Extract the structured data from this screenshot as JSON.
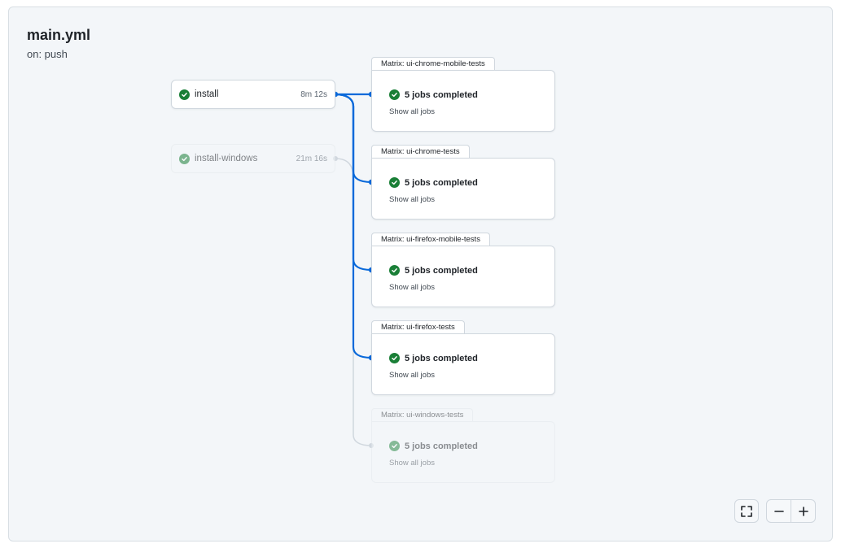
{
  "workflow": {
    "title": "main.yml",
    "trigger": "on: push"
  },
  "jobs": [
    {
      "name": "install",
      "duration": "8m 12s",
      "status": "success"
    },
    {
      "name": "install-windows",
      "duration": "21m 16s",
      "status": "success"
    }
  ],
  "matrices": [
    {
      "label": "Matrix: ui-chrome-mobile-tests",
      "summary": "5 jobs completed",
      "link": "Show all jobs"
    },
    {
      "label": "Matrix: ui-chrome-tests",
      "summary": "5 jobs completed",
      "link": "Show all jobs"
    },
    {
      "label": "Matrix: ui-firefox-mobile-tests",
      "summary": "5 jobs completed",
      "link": "Show all jobs"
    },
    {
      "label": "Matrix: ui-firefox-tests",
      "summary": "5 jobs completed",
      "link": "Show all jobs"
    },
    {
      "label": "Matrix: ui-windows-tests",
      "summary": "5 jobs completed",
      "link": "Show all jobs"
    }
  ],
  "controls": {
    "fullscreen_icon": "fullscreen-icon",
    "zoom_out_icon": "minus-icon",
    "zoom_in_icon": "plus-icon"
  },
  "colors": {
    "success": "#1a7f37",
    "edge_active": "#0969da",
    "edge_inactive": "#d0d7de"
  }
}
